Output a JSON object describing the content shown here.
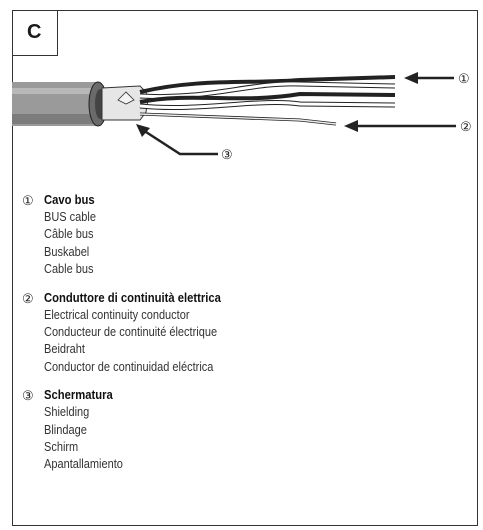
{
  "section": {
    "letter": "C"
  },
  "callouts": {
    "one": "①",
    "two": "②",
    "three": "③"
  },
  "legend": [
    {
      "number": "①",
      "title": "Cavo bus",
      "translations": [
        "BUS cable",
        "Câble bus",
        "Buskabel",
        "Cable bus"
      ]
    },
    {
      "number": "②",
      "title": "Conduttore di continuità elettrica",
      "translations": [
        "Electrical continuity conductor",
        "Conducteur de continuité électrique",
        "Beidraht",
        "Conductor de continuidad eléctrica"
      ]
    },
    {
      "number": "③",
      "title": "Schermatura",
      "translations": [
        "Shielding",
        "Blindage",
        "Schirm",
        "Apantallamiento"
      ]
    }
  ],
  "colors": {
    "jacket": "#9a9a9a",
    "jacket_dark": "#555555",
    "foil": "#d8d8d8",
    "wire_dark": "#333333",
    "wire_light": "#ffffff",
    "stroke": "#222222"
  }
}
